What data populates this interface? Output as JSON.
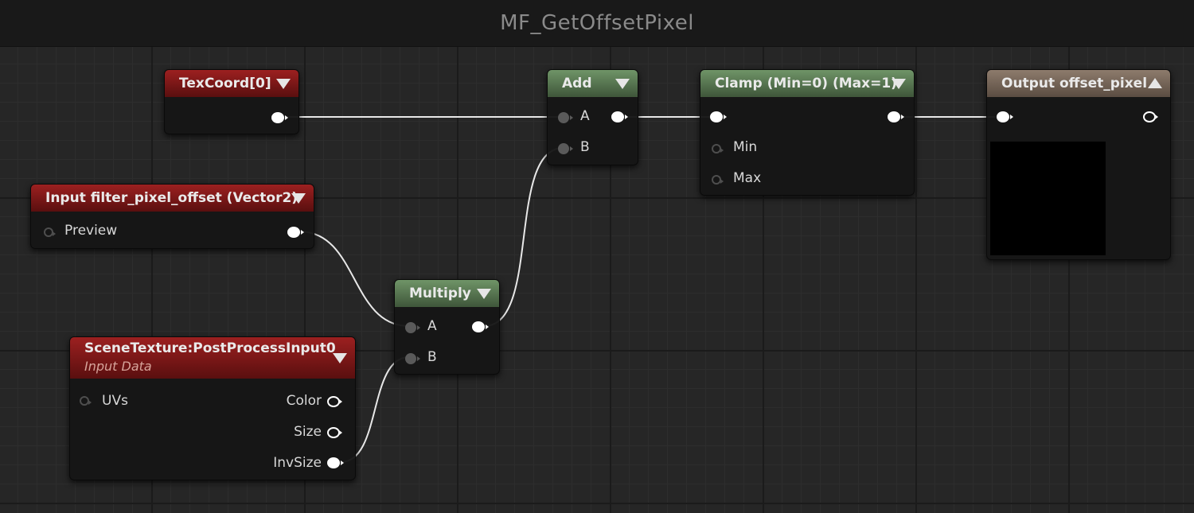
{
  "window": {
    "title": "MF_GetOffsetPixel"
  },
  "nodes": {
    "texcoord": {
      "title": "TexCoord[0]"
    },
    "input_offset": {
      "title": "Input filter_pixel_offset (Vector2)",
      "pins": {
        "preview": "Preview"
      }
    },
    "scene_texture": {
      "title": "SceneTexture:PostProcessInput0",
      "subtitle": "Input Data",
      "pins": {
        "uvs": "UVs",
        "color": "Color",
        "size": "Size",
        "invsize": "InvSize"
      }
    },
    "multiply": {
      "title": "Multiply",
      "pins": {
        "a": "A",
        "b": "B"
      }
    },
    "add": {
      "title": "Add",
      "pins": {
        "a": "A",
        "b": "B"
      }
    },
    "clamp": {
      "title": "Clamp (Min=0) (Max=1)",
      "pins": {
        "min": "Min",
        "max": "Max"
      }
    },
    "output": {
      "title": "Output offset_pixel"
    }
  },
  "icons": {
    "collapse": "chevron-down-icon",
    "expand": "chevron-up-icon",
    "pin": "circle-pin-icon"
  },
  "colors": {
    "canvas": "#262626",
    "header_red": "#9c2020",
    "header_green": "#6f9467",
    "header_tan": "#8d7b6c",
    "wire": "#ffffff"
  }
}
